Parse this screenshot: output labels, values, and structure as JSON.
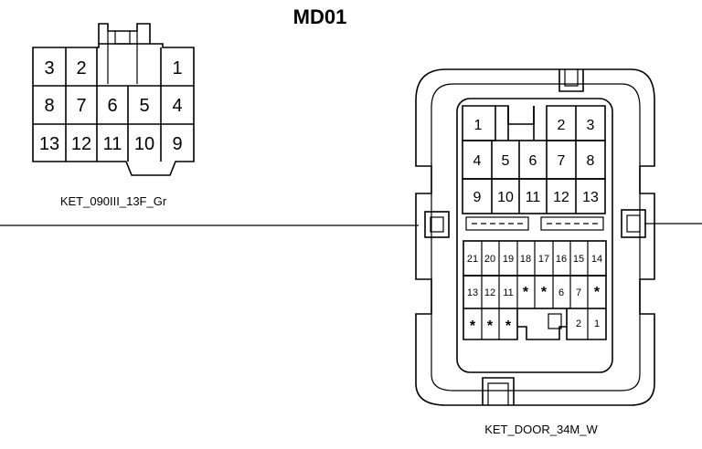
{
  "title": "MD01",
  "connector_left": {
    "caption": "KET_090III_13F_Gr",
    "rows": [
      [
        "3",
        "2",
        "",
        "",
        "1"
      ],
      [
        "8",
        "7",
        "6",
        "5",
        "4"
      ],
      [
        "13",
        "12",
        "11",
        "10",
        "9"
      ]
    ]
  },
  "connector_right": {
    "caption": "KET_DOOR_34M_W",
    "upper_rows": [
      [
        "1",
        "",
        "",
        "2",
        "3"
      ],
      [
        "4",
        "5",
        "6",
        "7",
        "8"
      ],
      [
        "9",
        "10",
        "11",
        "12",
        "13"
      ]
    ],
    "lower_rows": [
      [
        "21",
        "20",
        "19",
        "18",
        "17",
        "16",
        "15",
        "14"
      ],
      [
        "13",
        "12",
        "11",
        "*",
        "*",
        "6",
        "7",
        "*"
      ],
      [
        "*",
        "*",
        "*",
        "",
        "",
        "",
        "2",
        "1"
      ]
    ]
  }
}
